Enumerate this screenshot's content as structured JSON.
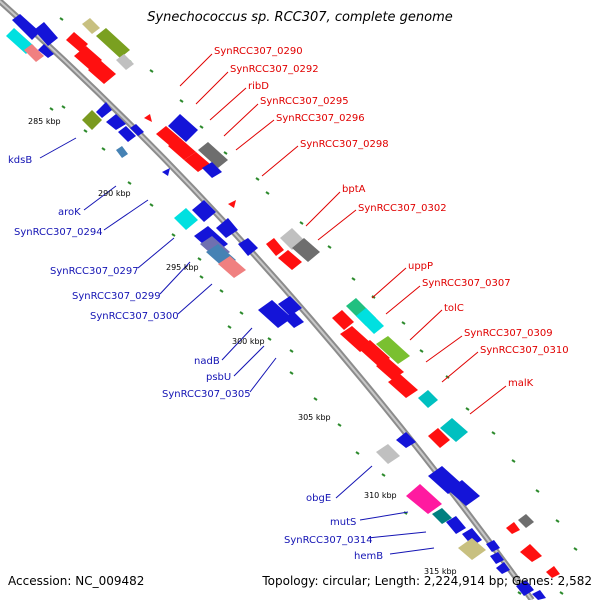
{
  "title": "Synechococcus sp. RCC307, complete genome",
  "accession": "Accession: NC_009482",
  "summary": "Topology: circular; Length: 2,224,914 bp; Genes: 2,582",
  "colors": {
    "forward_label": "#e00000",
    "reverse_label": "#1414b4",
    "backbone": "#8c8c8c",
    "tick": "#2e8b2e"
  },
  "kbp_markers": [
    "285 kbp",
    "290 kbp",
    "295 kbp",
    "300 kbp",
    "305 kbp",
    "310 kbp",
    "315 kbp"
  ],
  "forward_labels": [
    "SynRCC307_0290",
    "SynRCC307_0292",
    "ribD",
    "SynRCC307_0295",
    "SynRCC307_0296",
    "SynRCC307_0298",
    "bptA",
    "SynRCC307_0302",
    "uppP",
    "SynRCC307_0307",
    "tolC",
    "SynRCC307_0309",
    "SynRCC307_0310",
    "malK"
  ],
  "reverse_labels": [
    "kdsB",
    "aroK",
    "SynRCC307_0294",
    "SynRCC307_0297",
    "SynRCC307_0299",
    "SynRCC307_0300",
    "nadB",
    "psbU",
    "SynRCC307_0305",
    "obgE",
    "mutS",
    "SynRCC307_0314",
    "hemB"
  ]
}
